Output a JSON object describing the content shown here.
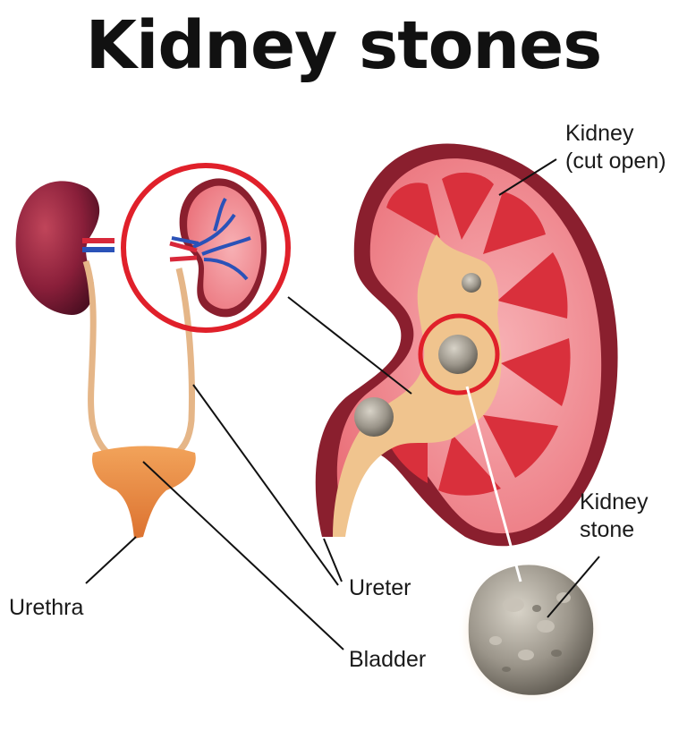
{
  "title": "Kidney stones",
  "labels": {
    "kidney_line1": "Kidney",
    "kidney_line2": "(cut open)",
    "stone_line1": "Kidney",
    "stone_line2": "stone",
    "ureter": "Ureter",
    "urethra": "Urethra",
    "bladder": "Bladder"
  },
  "colors": {
    "highlight_ring": "#e0202a",
    "kidney_outer": "#8a1f2e",
    "kidney_flesh": "#ea6f78",
    "pyramid": "#d9303c",
    "pelvis": "#f0c48e",
    "stone": "#8f8a80",
    "bladder": "#eb8a3c"
  }
}
